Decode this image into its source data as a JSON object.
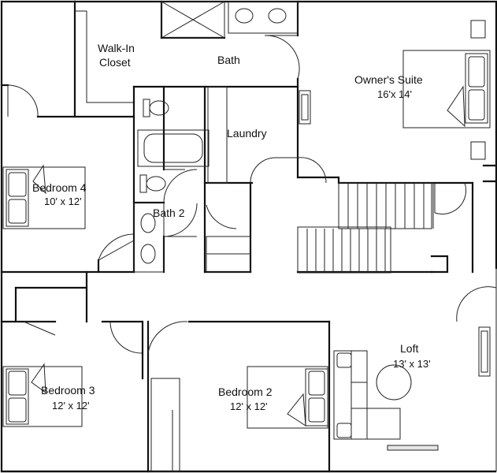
{
  "rooms": {
    "walk_in_closet": {
      "name": "Walk-In\nCloset"
    },
    "bath": {
      "name": "Bath"
    },
    "owners_suite": {
      "name": "Owner's Suite",
      "size": "16'x 14'"
    },
    "laundry": {
      "name": "Laundry"
    },
    "bedroom4": {
      "name": "Bedroom 4",
      "size": "10' x 12'"
    },
    "bath2": {
      "name": "Bath 2"
    },
    "loft": {
      "name": "Loft",
      "size": "13' x 13'"
    },
    "bedroom3": {
      "name": "Bedroom 3",
      "size": "12' x 12'"
    },
    "bedroom2": {
      "name": "Bedroom 2",
      "size": "12' x 12'"
    }
  }
}
